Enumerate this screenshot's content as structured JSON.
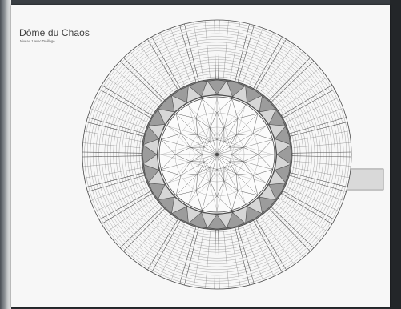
{
  "sheet": {
    "title": "Dôme du Chaos",
    "subtitle": "Niveau 1 avec Treillage"
  },
  "colors": {
    "paper": "#f7f7f7",
    "line": "#4a4a4a",
    "ring_band": "#9c9c9c",
    "backdrop": "#2b2f33"
  },
  "diagram": {
    "kind": "dome floor plan",
    "outer_sectors": 24,
    "inner_spokes": 24,
    "triangle_ring_count": 24,
    "has_side_walkway": true
  }
}
